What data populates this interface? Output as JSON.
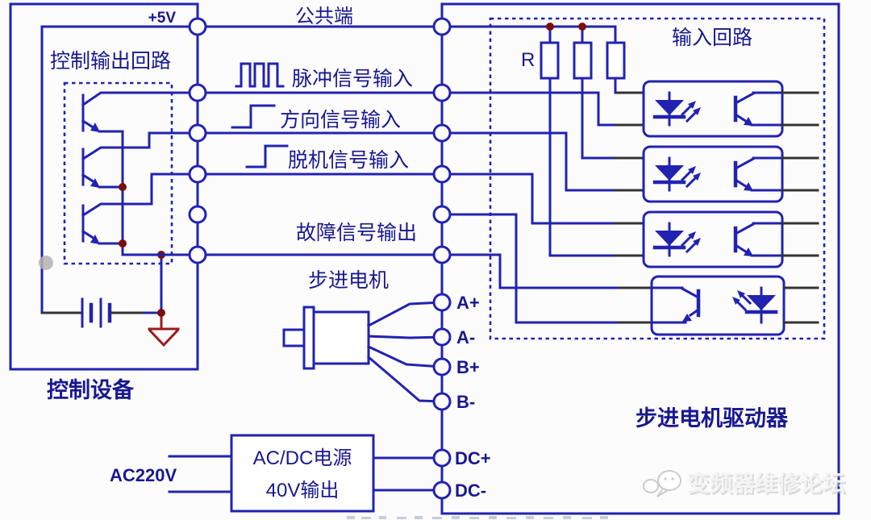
{
  "colors": {
    "wire_blue": "#2222b2",
    "label_navy": "#181890",
    "dark_wire": "#333333",
    "junction_red": "#7d0d0d",
    "ground_red": "#9b1c1c",
    "watermark_gray": "#c4c4c4",
    "background": "#fcfcfc"
  },
  "control_device": {
    "label": "控制设备",
    "output_circuit_label": "控制输出回路",
    "supply": "+5V"
  },
  "signals": {
    "common": "公共端",
    "pulse": "脉冲信号输入",
    "direction": "方向信号输入",
    "offline": "脱机信号输入",
    "fault": "故障信号输出"
  },
  "driver": {
    "label": "步进电机驱动器",
    "input_circuit_label": "输入回路",
    "resistor_label": "R",
    "motor_terminals": [
      "A+",
      "A-",
      "B+",
      "B-"
    ],
    "power_terminals": [
      "DC+",
      "DC-"
    ]
  },
  "motor": {
    "label": "步进电机"
  },
  "power_supply": {
    "source_label": "AC220V",
    "line1": "AC/DC电源",
    "line2": "40V输出"
  },
  "watermark": {
    "text": "变频器维修论坛"
  }
}
